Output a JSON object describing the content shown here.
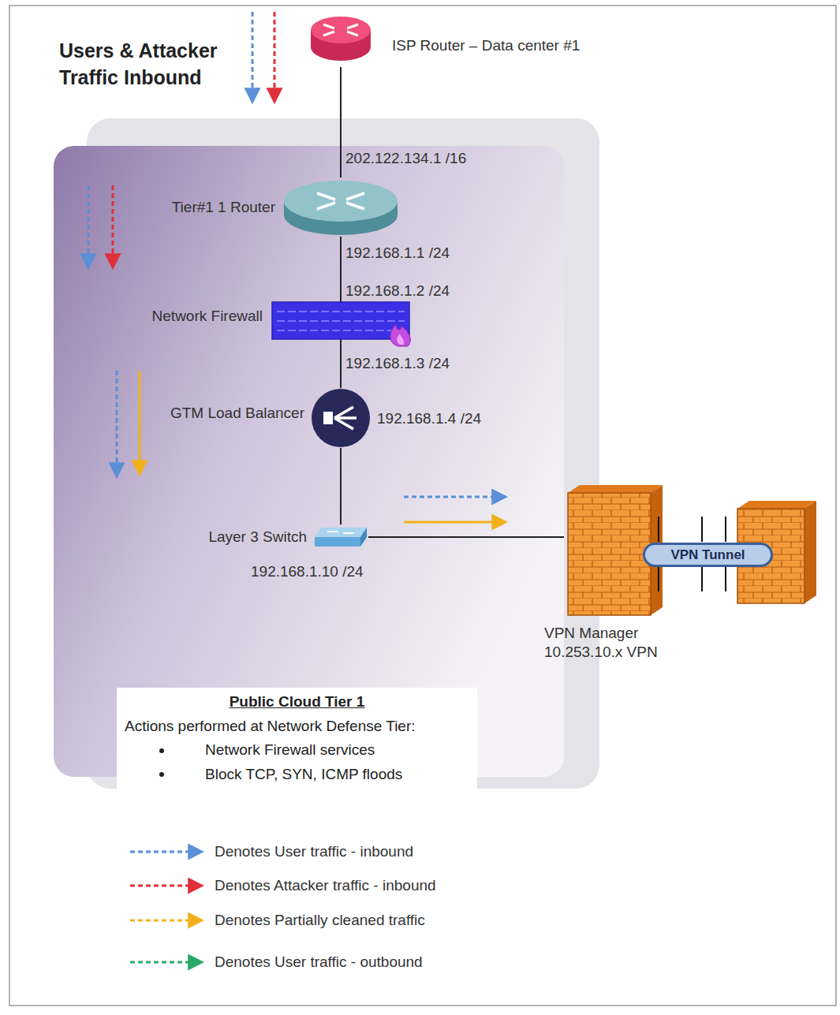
{
  "diagram": {
    "nodes": [
      {
        "text": [
          "ISP Router – Data center #1"
        ]
      },
      {
        "text": [
          "Tier#1 1 Router"
        ]
      },
      {
        "text": [
          "Network Firewall"
        ]
      },
      {
        "text": [
          "GTM Load Balancer"
        ]
      },
      {
        "text": [
          "Layer 3 Switch"
        ]
      },
      {
        "text": [
          "VPN Manager 10.253.10.x VPN"
        ]
      },
      {
        "text": [
          "VPN Tunnel"
        ],
        "in": 5
      },
      {
        "text": [
          "Public Cloud Tier 1",
          "Actions performed at Network Defense Tier:",
          "Network Firewall services",
          "Block TCP, SYN, ICMP floods"
        ]
      }
    ],
    "edges": [
      {
        "from": 0,
        "to": 1,
        "arrow": "none"
      },
      {
        "from": 1,
        "to": 2,
        "arrow": "none"
      },
      {
        "from": 2,
        "to": 3,
        "arrow": "none"
      },
      {
        "from": 3,
        "to": 4,
        "arrow": "none"
      },
      {
        "from": 4,
        "to": 5,
        "arrow": "none"
      }
    ],
    "labels": [
      "Users & Attacker Traffic Inbound",
      "202.122.134.1 /16",
      "192.168.1.1 /24",
      "192.168.1.2 /24",
      "192.168.1.3 /24",
      "192.168.1.4 /24",
      "192.168.1.10 /24"
    ],
    "legend": [
      {
        "text": "Denotes User traffic - inbound"
      },
      {
        "text": "Denotes Attacker traffic - inbound"
      },
      {
        "text": "Denotes Partially cleaned traffic"
      },
      {
        "text": "Denotes User traffic - outbound"
      }
    ]
  }
}
